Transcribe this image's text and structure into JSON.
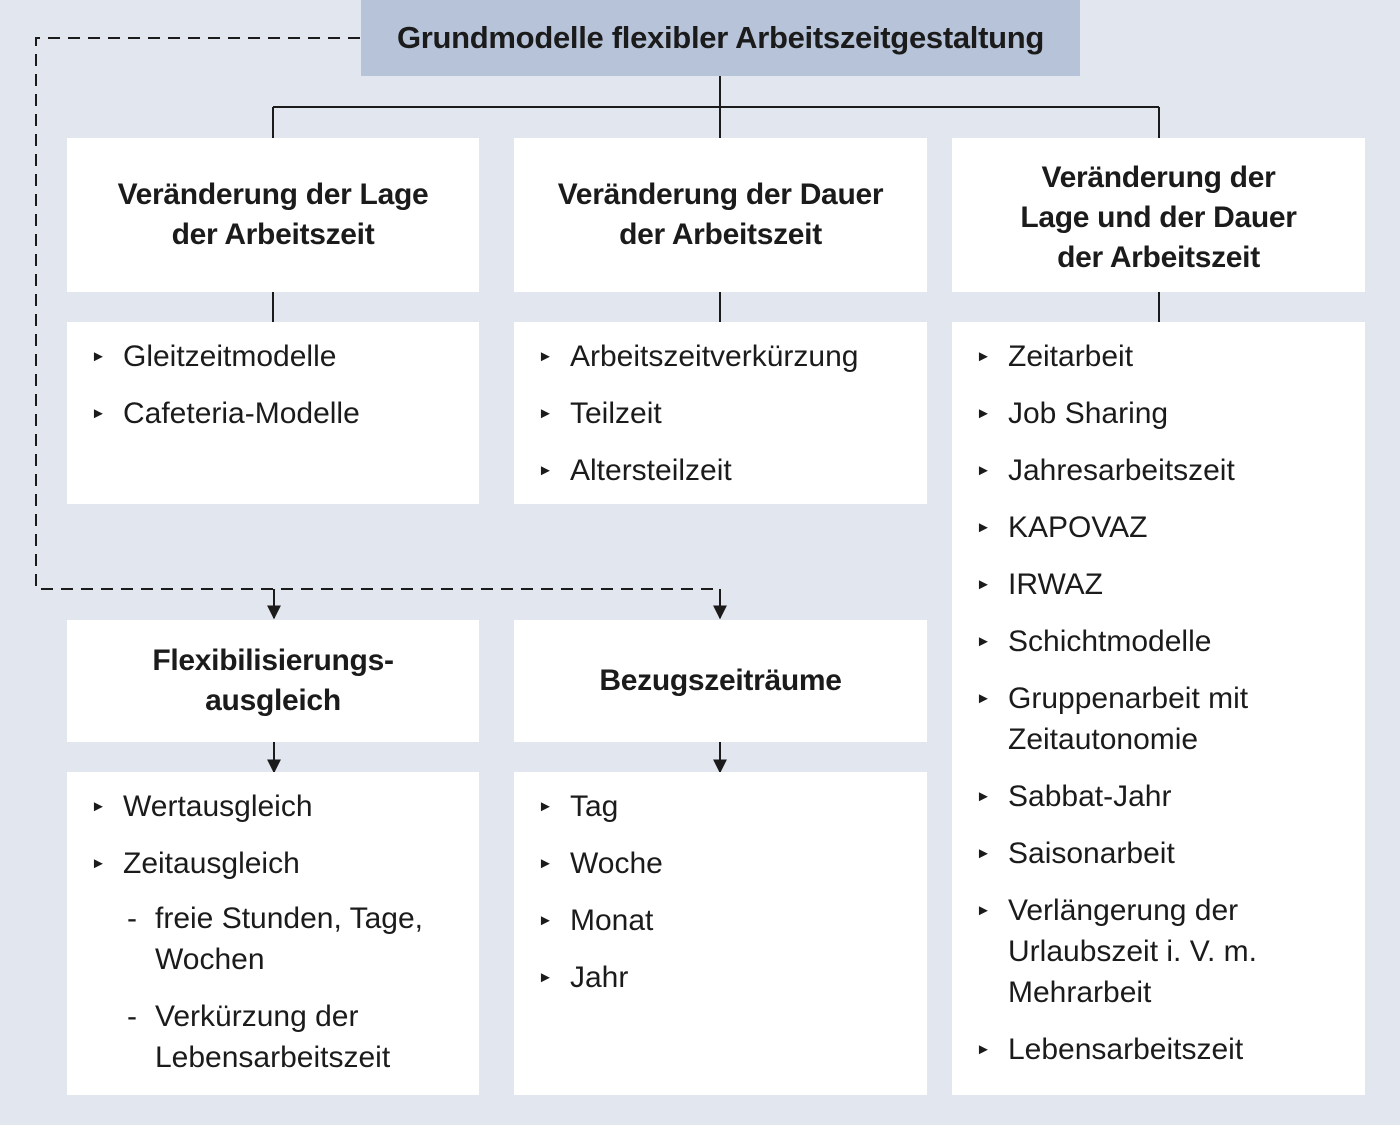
{
  "title": "Grundmodelle flexibler Arbeitszeitgestaltung",
  "categories": [
    {
      "id": "lage",
      "heading": [
        "Veränderung der Lage",
        "der Arbeitszeit"
      ],
      "items": [
        "Gleitzeitmodelle",
        "Cafeteria-Modelle"
      ]
    },
    {
      "id": "dauer",
      "heading": [
        "Veränderung der Dauer",
        "der Arbeitszeit"
      ],
      "items": [
        "Arbeitszeitverkürzung",
        "Teilzeit",
        "Altersteilzeit"
      ]
    },
    {
      "id": "lage-dauer",
      "heading": [
        "Veränderung der",
        "Lage und der Dauer",
        "der Arbeitszeit"
      ],
      "items": [
        "Zeitarbeit",
        "Job Sharing",
        "Jahresarbeitszeit",
        "KAPOVAZ",
        "IRWAZ",
        "Schichtmodelle",
        "Gruppenarbeit mit Zeitautonomie",
        "Sabbat-Jahr",
        "Saisonarbeit",
        "Verlängerung der Urlaubszeit i. V. m. Mehrarbeit",
        "Lebensarbeitszeit"
      ]
    }
  ],
  "flexibilisierung": {
    "heading": [
      "Flexibilisierungs-",
      "ausgleich"
    ],
    "items": [
      {
        "label": "Wertausgleich"
      },
      {
        "label": "Zeitausgleich",
        "sub": [
          "freie Stunden, Tage, Wochen",
          "Verkürzung der Lebensarbeitszeit"
        ]
      }
    ]
  },
  "bezugszeitraeume": {
    "heading": [
      "Bezugszeiträume"
    ],
    "items": [
      "Tag",
      "Woche",
      "Monat",
      "Jahr"
    ]
  },
  "glyphs": {
    "bullet": "►",
    "dash": "-"
  },
  "colors": {
    "background": "#e2e6ef",
    "title_fill": "#b6c3d9",
    "box_fill": "#ffffff",
    "line": "#1b1b1b"
  }
}
